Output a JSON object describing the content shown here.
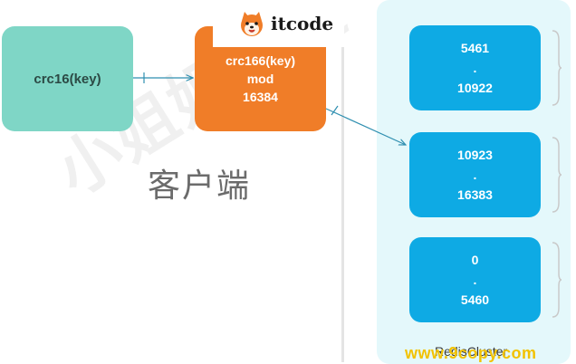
{
  "client": {
    "hash_box_label": "crc16(key)",
    "mod_box_lines": [
      "crc166(key)",
      "mod",
      "16384"
    ],
    "client_label": "客户端"
  },
  "logo": {
    "text": "itcode",
    "icon": "shiba-dog-icon"
  },
  "cluster": {
    "nodes": [
      {
        "top": "5461",
        "mid1": ".",
        "mid2": ".",
        "bottom": "10922"
      },
      {
        "top": "10923",
        "mid1": ".",
        "mid2": ".",
        "bottom": "16383"
      },
      {
        "top": "0",
        "mid1": ".",
        "mid2": ".",
        "bottom": "5460"
      }
    ],
    "label": "RedisCluster"
  },
  "watermark": {
    "text": "小姐姐味道",
    "site": "www.9copy.com"
  },
  "colors": {
    "hash_box": "#7fd6c6",
    "mod_box": "#f07d28",
    "node": "#0eaae4",
    "cluster_bg": "#e4f8fb",
    "arrow": "#2f8fb0"
  }
}
